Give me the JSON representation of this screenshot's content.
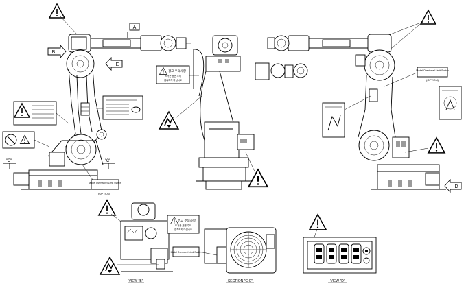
{
  "drawing": {
    "view_labels": {
      "front_left": "\"C\"",
      "front_right": "\"C\"",
      "view_b": "VIEW \"B\"",
      "section_c": "SECTION \"C-C\"",
      "view_d": "VIEW \"D\""
    },
    "callouts": {
      "a": "A",
      "b": "B",
      "e": "E",
      "d": "D"
    },
    "notes": {
      "limit_switch_1": "Model Overtravel Limit Switch",
      "limit_switch_1_option": "(OPTION)",
      "limit_switch_2": "Model Overtravel Limit Switch",
      "limit_switch_2_option": "(OPTION)",
      "limit_switch_3": "Model Overtravel Limit Switch"
    },
    "label_texts": {
      "hot_surface_title": "경고 주의사항",
      "hot_surface_body_1": "뜨거운 표면 주의",
      "hot_surface_body_2": "접촉하지 마십시오"
    },
    "colors": {
      "line": "#000000",
      "background": "#ffffff"
    },
    "icons": [
      "warning-triangle-icon",
      "arrow-callout-icon",
      "no-entry-icon",
      "crush-warning-icon"
    ]
  }
}
